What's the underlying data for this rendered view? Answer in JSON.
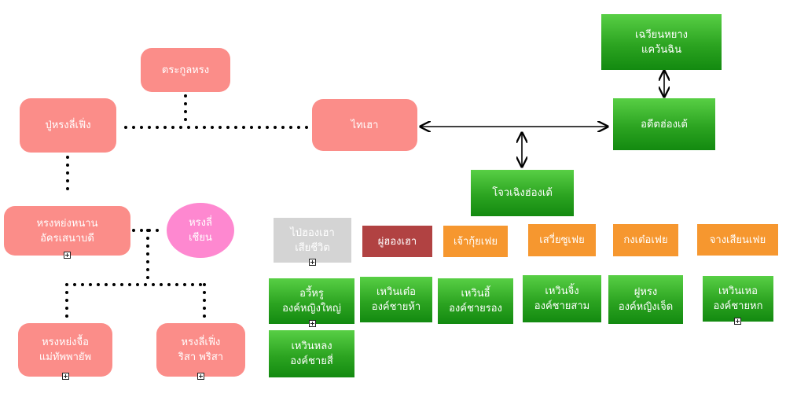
{
  "nodes": {
    "trakun_hong": "ตระกูลหรง",
    "pu_hong_li_feng": "ปู่หรงลี่เฟิ่ง",
    "thai_hao": "ไทเฮา",
    "chuean_hyang": "เฉวียนหยาง\nแคว้นฉิน",
    "adit_hongte": "อดีตฮ่องเต้",
    "jowen_hongte": "โจวเฉิงฮ่องเต้",
    "hong_yong_nan": "หรงหย่งหนาน\nอัครเสนาบดี",
    "hong_li_chian": "หรงลี่\nเชียน",
    "hong_yong_jue": "หรงหย่งจื้อ\nแม่ทัพพายัพ",
    "hong_li_feng_risa": "หรงลี่เฟิ่ง\nริสา พริสา",
    "pai_hong_hao": "ไป่ฮองเฮา\nเสียชีวิต",
    "pu_hong_hao": "ผู่ฮองเฮา",
    "jao_kui_fei": "เจ้ากุ้ยเฟย",
    "sui_su_fei": "เสวี่ยซูเฟย",
    "kong_te_fei": "กงเต๋อเฟย",
    "jang_sian_fei": "จางเสียนเฟย",
    "aui_hrue": "อวี้หรู\nองค์หญิงใหญ่",
    "hwin_to": "เหวินเต๋อ\nองค์ชายห้า",
    "hwin_i": "เหวินอี้\nองค์ชายรอง",
    "hwin_ching": "เหวินจิ้ง\nองค์ชายสาม",
    "fu_hong": "ฝูหรง\nองค์หญิงเจ็ด",
    "hwin_ho": "เหวินเหอ\nองค์ชายหก",
    "hwin_long": "เหวินหลง\nองค์ชายสี่"
  },
  "colors": {
    "salmon": "#fb8d89",
    "green": "#2ca421",
    "gray": "#d4d4d4",
    "maroon": "#b14242",
    "orange": "#f6972f",
    "pink": "#fe88d0"
  }
}
